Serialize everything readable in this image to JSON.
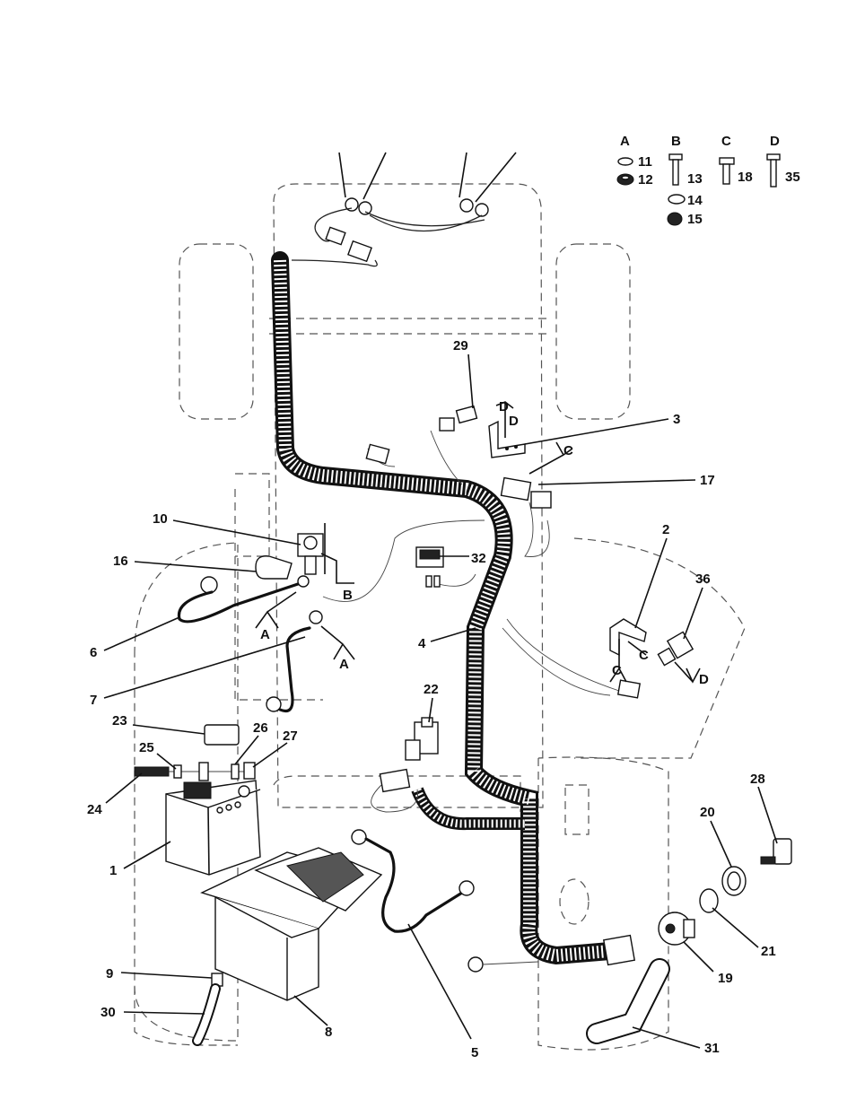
{
  "hardware_header": {
    "A": "A",
    "B": "B",
    "C": "C",
    "D": "D"
  },
  "callouts": {
    "c1": "1",
    "c2": "2",
    "c3": "3",
    "c4": "4",
    "c5": "5",
    "c6": "6",
    "c7": "7",
    "c8": "8",
    "c9": "9",
    "c10": "10",
    "c11": "11",
    "c12": "12",
    "c13": "13",
    "c14": "14",
    "c15": "15",
    "c16": "16",
    "c17": "17",
    "c18": "18",
    "c19": "19",
    "c20": "20",
    "c21": "21",
    "c22": "22",
    "c23": "23",
    "c24": "24",
    "c25": "25",
    "c26": "26",
    "c27": "27",
    "c28": "28",
    "c29": "29",
    "c30": "30",
    "c31": "31",
    "c32": "32",
    "c35": "35",
    "c36": "36"
  },
  "hardware_refs": {
    "ref_b_10": "B",
    "ref_a_6": "A",
    "ref_a_7": "A",
    "ref_c_17": "C",
    "ref_d_3a": "D",
    "ref_d_3b": "D",
    "ref_c_2a": "C",
    "ref_c_2b": "C",
    "ref_d_36": "D"
  }
}
